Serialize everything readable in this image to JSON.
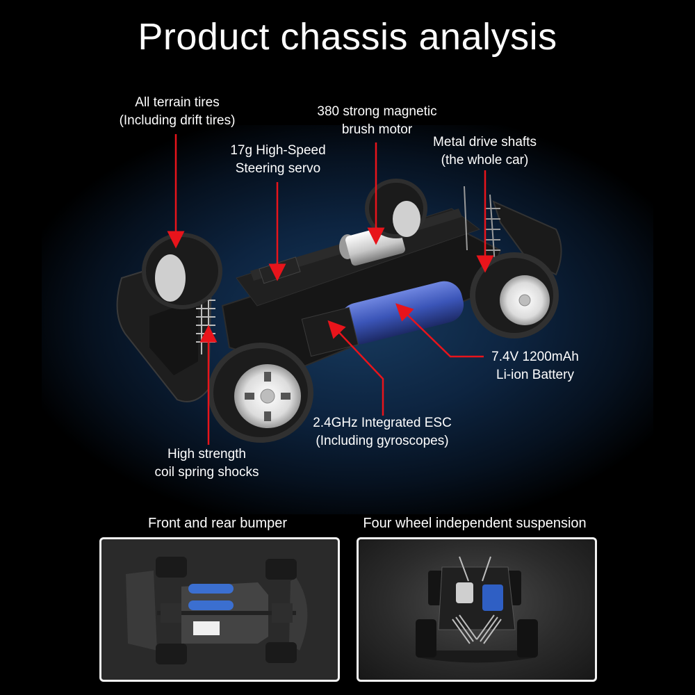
{
  "header": {
    "title": "Product chassis analysis"
  },
  "callouts": {
    "tires": {
      "line1": "All terrain tires",
      "line2": "(Including drift tires)"
    },
    "servo": {
      "line1": "17g High-Speed",
      "line2": "Steering servo"
    },
    "motor": {
      "line1": "380 strong magnetic",
      "line2": "brush motor"
    },
    "driveshafts": {
      "line1": "Metal drive shafts",
      "line2": "(the whole car)"
    },
    "battery": {
      "line1": "7.4V 1200mAh",
      "line2": "Li-ion Battery"
    },
    "esc": {
      "line1": "2.4GHz Integrated ESC",
      "line2": "(Including gyroscopes)"
    },
    "shocks": {
      "line1": "High strength",
      "line2": "coil spring shocks"
    }
  },
  "thumbnails": [
    {
      "caption": "Front and rear bumper"
    },
    {
      "caption": "Four wheel independent suspension"
    }
  ],
  "colors": {
    "accent_red": "#e8141b",
    "background": "#000000",
    "glow_blue": "#173a5e",
    "battery_blue": "#3b55b8"
  }
}
